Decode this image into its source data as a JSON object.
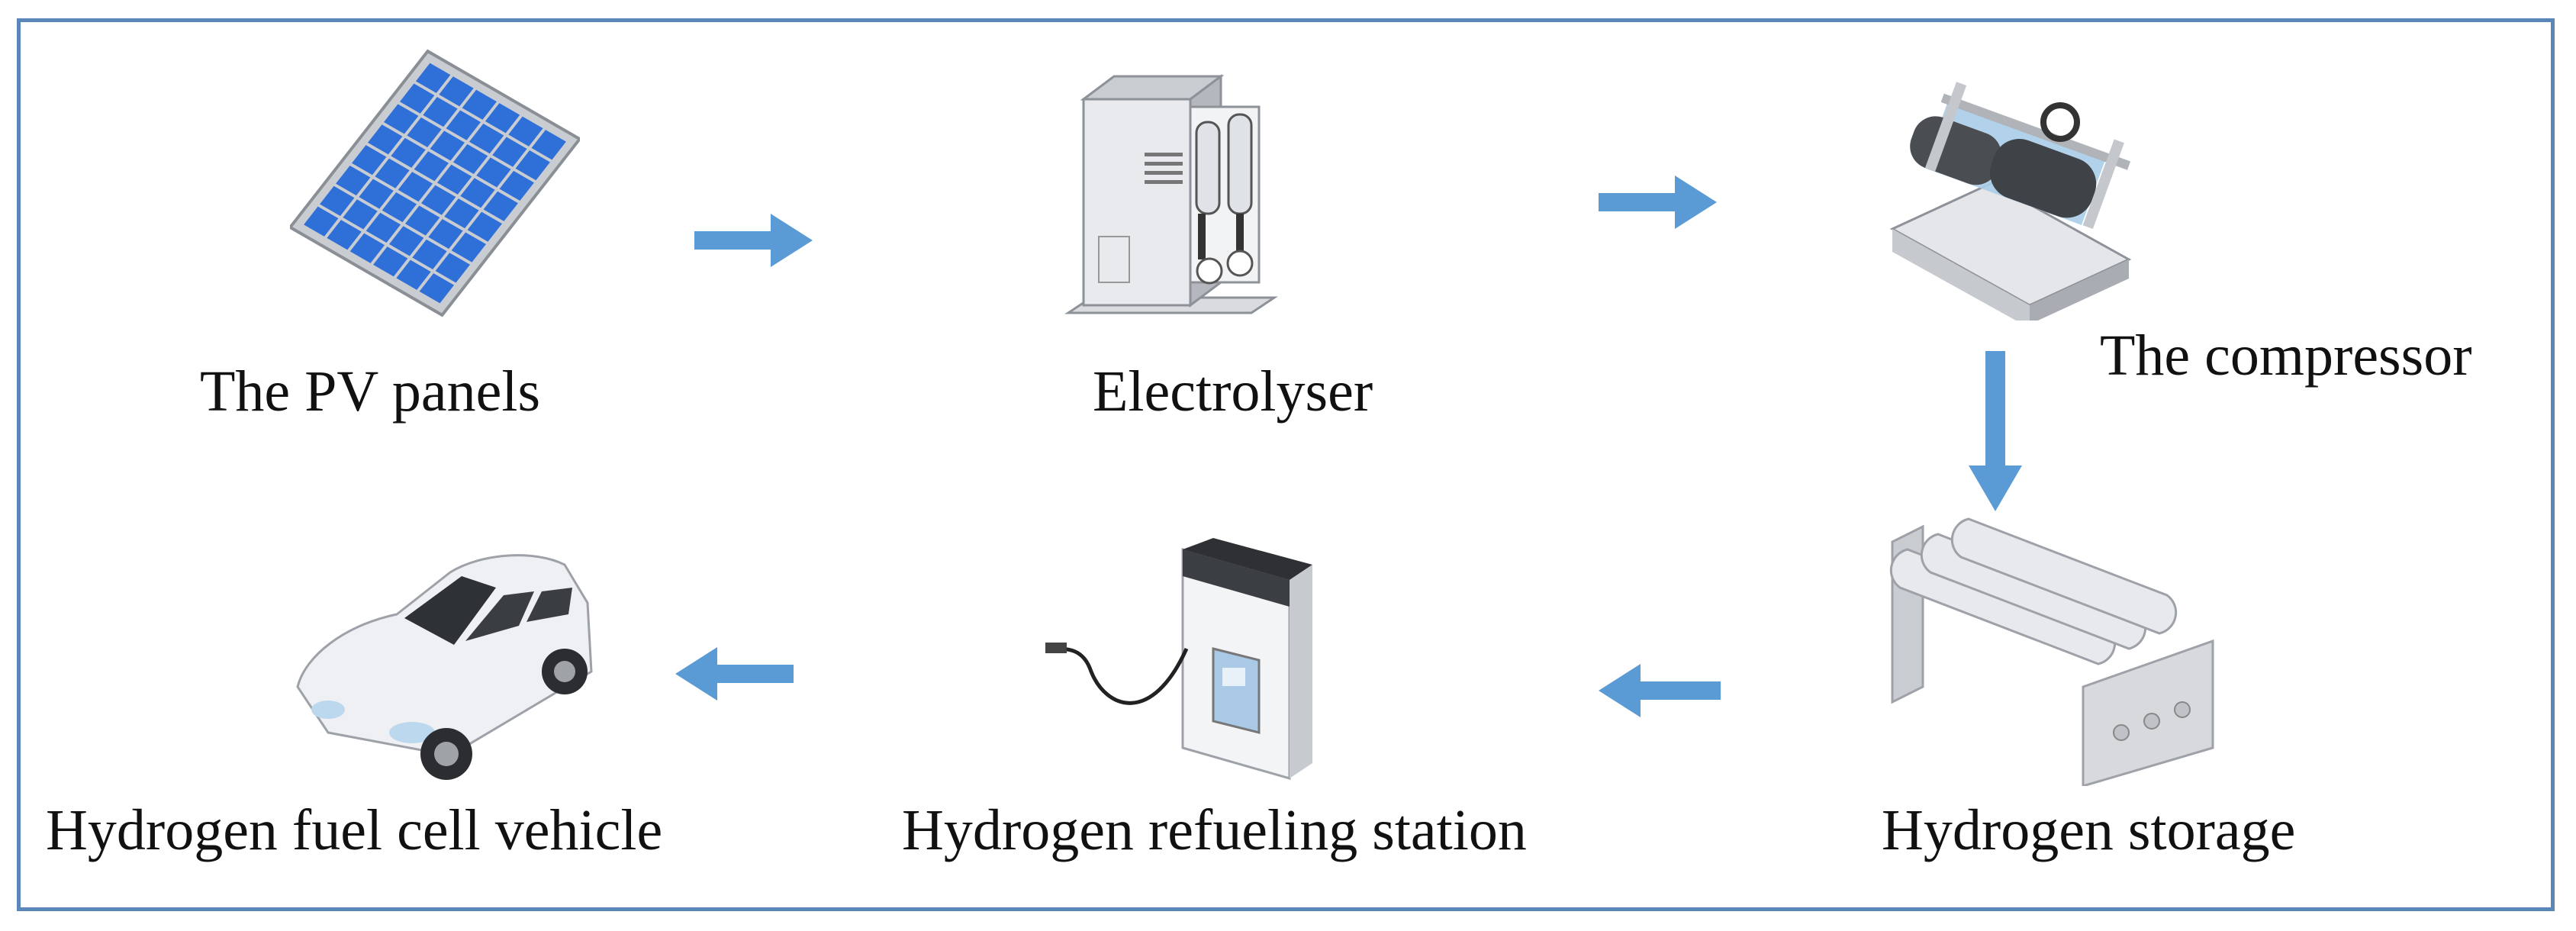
{
  "diagram": {
    "nodes": [
      {
        "id": "pv",
        "label": "The PV panels",
        "icon": "solar-panel-icon"
      },
      {
        "id": "electrolyser",
        "label": "Electrolyser",
        "icon": "electrolyser-icon"
      },
      {
        "id": "compressor",
        "label": "The compressor",
        "icon": "compressor-icon"
      },
      {
        "id": "storage",
        "label": "Hydrogen storage",
        "icon": "hydrogen-tanks-icon"
      },
      {
        "id": "station",
        "label": "Hydrogen refueling station",
        "icon": "fuel-dispenser-icon"
      },
      {
        "id": "vehicle",
        "label": "Hydrogen fuel cell vehicle",
        "icon": "car-icon"
      }
    ],
    "edges": [
      {
        "from": "pv",
        "to": "electrolyser"
      },
      {
        "from": "electrolyser",
        "to": "compressor"
      },
      {
        "from": "compressor",
        "to": "storage"
      },
      {
        "from": "storage",
        "to": "station"
      },
      {
        "from": "station",
        "to": "vehicle"
      }
    ],
    "colors": {
      "arrow": "#5b9bd5",
      "frame": "#5b87b8",
      "panel_cell": "#2f6fd8"
    }
  }
}
